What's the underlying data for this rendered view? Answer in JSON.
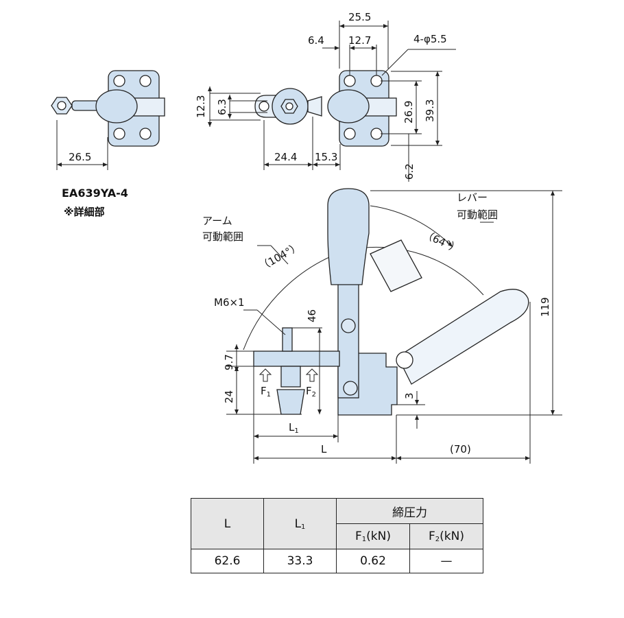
{
  "top_dims": {
    "d_26_5_left": "26.5",
    "d_12_3": "12.3",
    "d_6_3": "6.3",
    "d_24_4": "24.4",
    "d_15_3": "15.3",
    "d_25_5": "25.5",
    "d_6_4": "6.4",
    "d_12_7": "12.7",
    "d_hole": "4-φ5.5",
    "d_26_9": "26.9",
    "d_39_3": "39.3",
    "d_6_2": "6.2"
  },
  "model": "EA639YA-4",
  "detail_note": "※詳細部",
  "side_view": {
    "arm_range_1": "アーム",
    "arm_range_2": "可動範囲",
    "lever_range_1": "レバー",
    "lever_range_2": "可動範囲",
    "angle_arm": "（104°）",
    "angle_lever": "（64°）",
    "thread": "M6×1",
    "d_46": "46",
    "d_9_7": "9.7",
    "d_24": "24",
    "d_3": "3",
    "d_119": "119",
    "d_L1": "L",
    "d_L1_sub": "1",
    "d_L": "L",
    "d_70": "(70)",
    "f1": "F",
    "f1_sub": "1",
    "f2": "F",
    "f2_sub": "2"
  },
  "table": {
    "h_L": "L",
    "h_L1": "L",
    "h_L1_sub": "1",
    "h_force": "締圧力",
    "h_F1": "F",
    "h_F1_sub": "1",
    "h_F1_unit": "(kN)",
    "h_F2": "F",
    "h_F2_sub": "2",
    "h_F2_unit": "(kN)",
    "row": {
      "L": "62.6",
      "L1": "33.3",
      "F1": "0.62",
      "F2": "—"
    }
  },
  "colors": {
    "part_fill": "#cfe0f0",
    "stroke": "#222222",
    "dim_line": "#222222",
    "header_fill": "#e6e6e6"
  }
}
